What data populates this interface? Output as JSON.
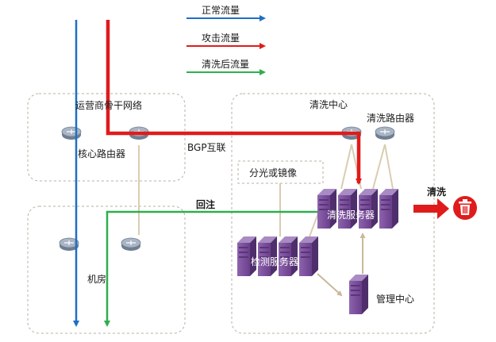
{
  "legend": {
    "normal": "正常流量",
    "attack": "攻击流量",
    "cleaned": "清洗后流量"
  },
  "regions": {
    "carrier": "运营商骨干网络",
    "cleaning_center": "清洗中心",
    "datacenter": "机房"
  },
  "labels": {
    "core_router": "核心路由器",
    "cleaning_router": "清洗路由器",
    "bgp": "BGP互联",
    "splitter": "分光或镜像",
    "reinject": "回注",
    "cleaning_servers": "清洗服务器",
    "detection_servers": "检测服务器",
    "management": "管理中心",
    "cleaning_action": "清洗"
  },
  "colors": {
    "normal": "#1f6fc4",
    "attack": "#e01b1b",
    "cleaned": "#2fae4e",
    "server": "#7a4f9c",
    "router": "#8c9aab",
    "link": "#d9cdb0"
  },
  "icons": {
    "router": "router-icon",
    "server": "server-icon",
    "trash": "trash-icon"
  }
}
